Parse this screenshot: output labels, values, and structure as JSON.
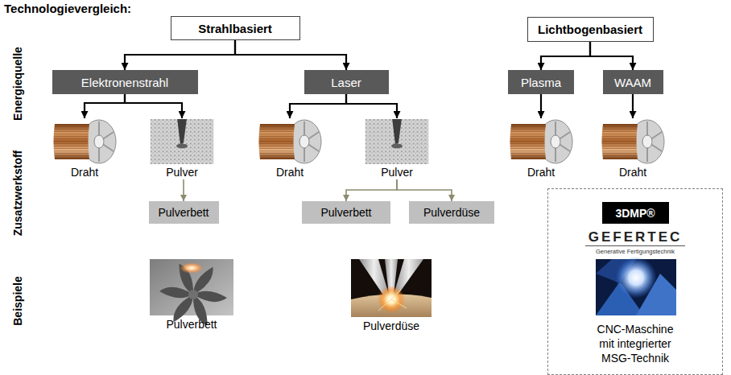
{
  "diagram": {
    "title": "Technologievergleich:",
    "nodes": [
      {
        "text": [
          "Strahlbasiert"
        ]
      },
      {
        "text": [
          "Lichtbogenbasiert"
        ]
      },
      {
        "text": [
          "Elektronenstrahl"
        ]
      },
      {
        "text": [
          "Laser"
        ]
      },
      {
        "text": [
          "Plasma"
        ]
      },
      {
        "text": [
          "WAAM"
        ]
      },
      {
        "text": [
          "Draht"
        ]
      },
      {
        "text": [
          "Pulver"
        ]
      },
      {
        "text": [
          "Draht"
        ]
      },
      {
        "text": [
          "Pulver"
        ]
      },
      {
        "text": [
          "Draht"
        ]
      },
      {
        "text": [
          "Draht"
        ]
      },
      {
        "text": [
          "Pulverbett"
        ]
      },
      {
        "text": [
          "Pulverbett"
        ]
      },
      {
        "text": [
          "Pulverdüse"
        ]
      },
      {
        "text": [
          "GEFERTEC",
          "Generative Fertigungstechnik",
          "CNC-Maschine mit integrierter MSG-Technik"
        ]
      },
      {
        "text": [
          "3DMP®"
        ],
        "in": 15
      }
    ],
    "edges": [
      {
        "from": 0,
        "to": 2,
        "arrow": "to"
      },
      {
        "from": 0,
        "to": 3,
        "arrow": "to"
      },
      {
        "from": 1,
        "to": 4,
        "arrow": "to"
      },
      {
        "from": 1,
        "to": 5,
        "arrow": "to"
      },
      {
        "from": 2,
        "to": 6,
        "arrow": "to"
      },
      {
        "from": 2,
        "to": 7,
        "arrow": "to"
      },
      {
        "from": 3,
        "to": 8,
        "arrow": "to"
      },
      {
        "from": 3,
        "to": 9,
        "arrow": "to"
      },
      {
        "from": 4,
        "to": 10,
        "arrow": "to"
      },
      {
        "from": 5,
        "to": 11,
        "arrow": "to"
      },
      {
        "from": 7,
        "to": 12,
        "arrow": "to"
      },
      {
        "from": 9,
        "to": 13,
        "arrow": "to"
      },
      {
        "from": 9,
        "to": 14,
        "arrow": "to"
      }
    ],
    "labels": [
      "Energiequelle",
      "Zusatzwerkstoff",
      "Beispiele",
      "Pulverbett",
      "Pulverdüse"
    ]
  }
}
